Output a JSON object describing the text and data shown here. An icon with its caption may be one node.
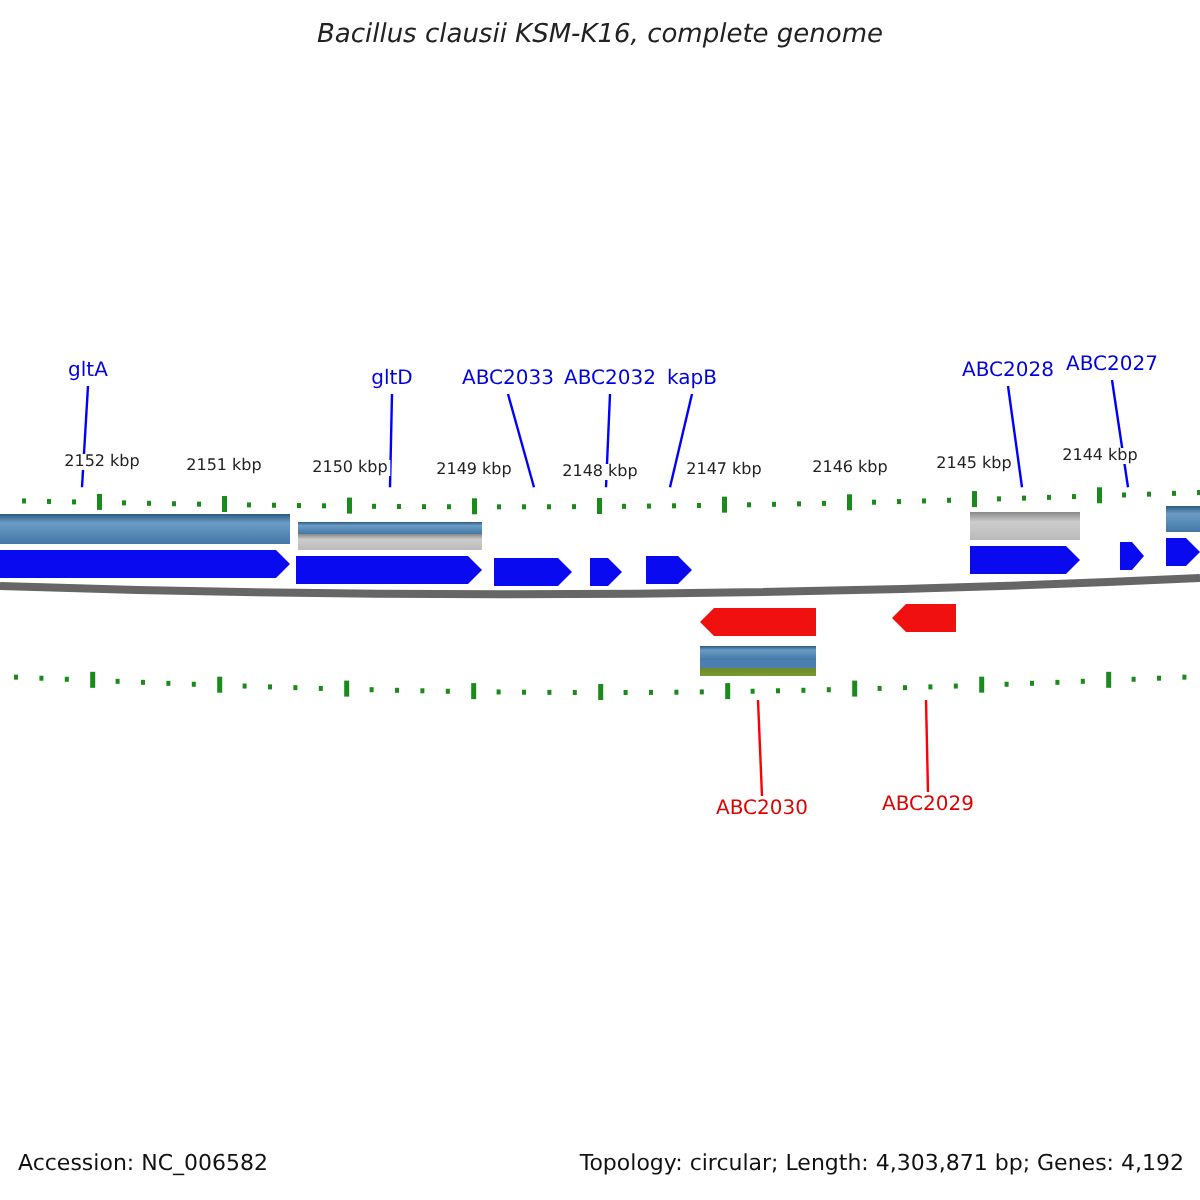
{
  "diagram": {
    "title": "Bacillus clausii KSM-K16, complete genome",
    "nodes": [
      {
        "text": [
          "gltA"
        ]
      },
      {
        "text": [
          "gltD"
        ]
      },
      {
        "text": [
          "ABC2033"
        ]
      },
      {
        "text": [
          "ABC2032"
        ]
      },
      {
        "text": [
          "kapB"
        ]
      },
      {
        "text": [
          "ABC2028"
        ]
      },
      {
        "text": [
          "ABC2027"
        ]
      },
      {
        "text": [
          "ABC2030"
        ]
      },
      {
        "text": [
          "ABC2029"
        ]
      },
      {
        "text": [],
        "shape": "picture"
      }
    ],
    "edges": [
      {
        "from": 0,
        "to": 9,
        "arrow": "none"
      },
      {
        "from": 1,
        "to": 9,
        "arrow": "none"
      },
      {
        "from": 2,
        "to": 9,
        "arrow": "none"
      },
      {
        "from": 3,
        "to": 9,
        "arrow": "none"
      },
      {
        "from": 4,
        "to": 9,
        "arrow": "none"
      },
      {
        "from": 5,
        "to": 9,
        "arrow": "none"
      },
      {
        "from": 6,
        "to": 9,
        "arrow": "none"
      },
      {
        "from": 7,
        "to": 9,
        "arrow": "none",
        "color": "#ff0000"
      },
      {
        "from": 8,
        "to": 9,
        "arrow": "none",
        "color": "#ff0000"
      }
    ],
    "labels": [
      "2152 kbp",
      "2151 kbp",
      "2150 kbp",
      "2149 kbp",
      "2148 kbp",
      "2147 kbp",
      "2146 kbp",
      "2145 kbp",
      "2144 kbp",
      "Accession: NC_006582",
      "Topology: circular; Length: 4,303,871 bp; Genes: 4,192"
    ]
  }
}
